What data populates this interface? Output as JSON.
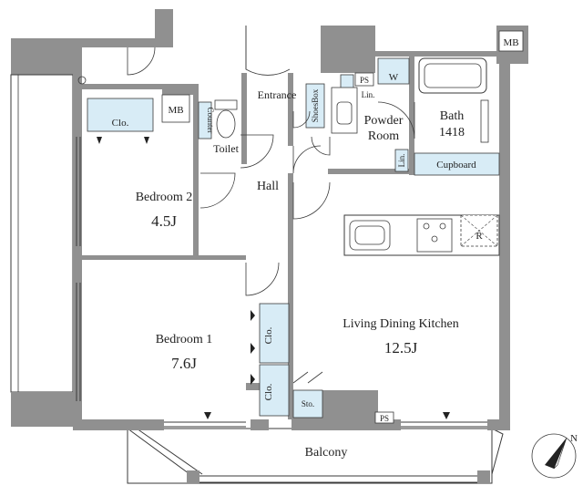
{
  "rooms": {
    "bedroom2": {
      "name": "Bedroom 2",
      "size": "4.5J"
    },
    "bedroom1": {
      "name": "Bedroom 1",
      "size": "7.6J"
    },
    "ldk": {
      "name": "Living Dining Kitchen",
      "size": "12.5J"
    },
    "hall": {
      "name": "Hall"
    },
    "entrance": {
      "name": "Entrance"
    },
    "toilet": {
      "name": "Toilet"
    },
    "powder_room": {
      "name_line1": "Powder",
      "name_line2": "Room"
    },
    "bath": {
      "name": "Bath",
      "size": "1418"
    },
    "balcony": {
      "name": "Balcony"
    }
  },
  "fixtures": {
    "mb_left": "MB",
    "mb_right": "MB",
    "clo_top": "Clo.",
    "clo_1": "Clo.",
    "clo_2": "Clo.",
    "sto": "Sto.",
    "shoes_box": "ShoesBox",
    "counter": "Counter",
    "ps_top": "PS",
    "ps_bottom": "PS",
    "lin_1": "Lin.",
    "lin_2": "Lin.",
    "washer": "W",
    "cupboard": "Cupboard",
    "fridge": "R",
    "compass": "N"
  },
  "colors": {
    "wall": "#909090",
    "line": "#3a3a3a",
    "storage_fill": "#d8ecf6"
  }
}
